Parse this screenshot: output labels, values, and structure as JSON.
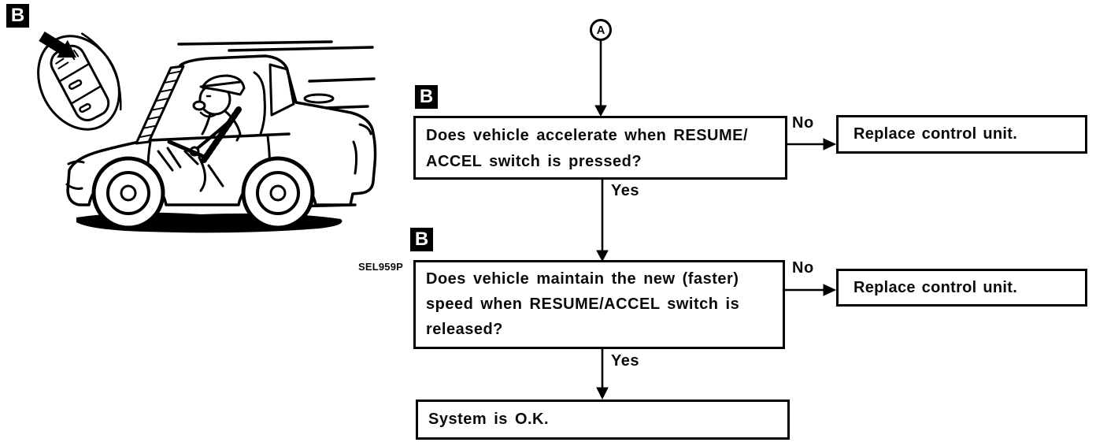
{
  "figure": {
    "page_marker": "B",
    "image_code": "SEL959P",
    "illustration_name": "car-accelerating-with-driver-and-cruise-control-switch"
  },
  "flowchart": {
    "entry_connector_label": "A",
    "yes_label": "Yes",
    "no_label": "No",
    "steps": [
      {
        "marker": "B",
        "question_lines": [
          "Does vehicle accelerate when RESUME/",
          "ACCEL switch is pressed?"
        ],
        "no_action": "Replace control unit."
      },
      {
        "marker": "B",
        "question_lines": [
          "Does vehicle maintain the new (faster)",
          "speed when RESUME/ACCEL switch is",
          "released?"
        ],
        "no_action": "Replace control unit."
      }
    ],
    "final_result": "System is O.K."
  }
}
